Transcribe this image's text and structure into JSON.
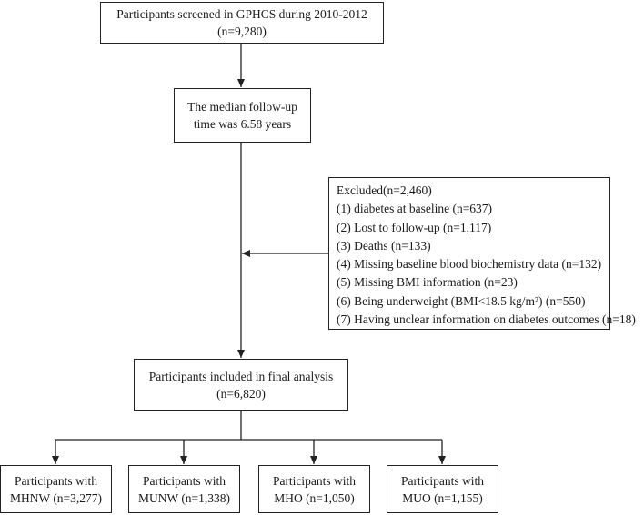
{
  "screened": {
    "line1": "Participants screened in GPHCS during 2010-2012",
    "line2": "(n=9,280)"
  },
  "followup": {
    "line1": "The median follow-up",
    "line2": "time was 6.58 years"
  },
  "excluded": {
    "title": "Excluded(n=2,460)",
    "items": [
      "(1) diabetes at baseline (n=637)",
      "(2) Lost to follow-up (n=1,117)",
      "(3) Deaths (n=133)",
      "(4) Missing baseline blood biochemistry data (n=132)",
      "(5) Missing BMI information (n=23)",
      "(6) Being underweight (BMI<18.5 kg/m²) (n=550)",
      "(7) Having unclear information on diabetes outcomes (n=18)"
    ]
  },
  "final": {
    "line1": "Participants included in final analysis",
    "line2": "(n=6,820)"
  },
  "groups": [
    {
      "line1": "Participants with",
      "line2": "MHNW (n=3,277)"
    },
    {
      "line1": "Participants with",
      "line2": "MUNW (n=1,338)"
    },
    {
      "line1": "Participants with",
      "line2": "MHO (n=1,050)"
    },
    {
      "line1": "Participants with",
      "line2": "MUO (n=1,155)"
    }
  ]
}
